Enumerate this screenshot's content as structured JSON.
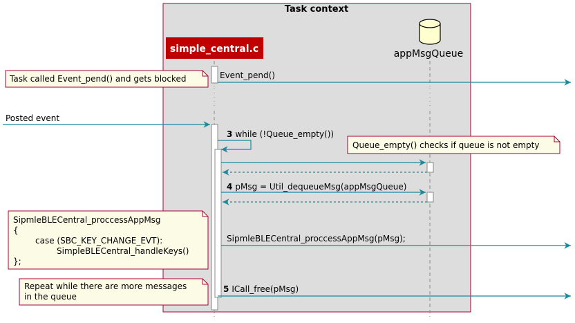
{
  "group": {
    "title": "Task context"
  },
  "participants": [
    {
      "id": "simple_central",
      "label": "simple_central.c",
      "fill": "#c00000"
    },
    {
      "id": "appMsgQueue",
      "label": "appMsgQueue",
      "fill": "#fefece"
    }
  ],
  "messages": {
    "event_pend": {
      "label": "Event_pend()"
    },
    "posted_event": {
      "label": "Posted event"
    },
    "while_loop": {
      "num": "3",
      "label": "while (!Queue_empty())"
    },
    "dequeue": {
      "num": "4",
      "label": "pMsg = Util_dequeueMsg(appMsgQueue)"
    },
    "process": {
      "label": "SipmleBLECentral_proccessAppMsg(pMsg);"
    },
    "free": {
      "num": "5",
      "label": "ICall_free(pMsg)"
    }
  },
  "notes": {
    "blocked": {
      "lines": [
        "Task called Event_pend() and gets blocked"
      ]
    },
    "queue_empty": {
      "lines": [
        "Queue_empty() checks if queue is not empty"
      ]
    },
    "process_code": {
      "lines": [
        "SipmleBLECentral_proccessAppMsg",
        "{",
        "case (SBC_KEY_CHANGE_EVT):",
        "SimpleBLECentral_handleKeys()",
        "};"
      ]
    },
    "repeat": {
      "lines": [
        "Repeat while there are more messages",
        "in the queue"
      ]
    }
  },
  "colors": {
    "arrow": "#1a8a9a",
    "group_fill": "#dddddd",
    "group_border": "#a80036",
    "note_fill": "#fbfbe6",
    "note_border": "#a80036",
    "lifeline": "#a80036",
    "activation_fill": "#ffffff"
  }
}
